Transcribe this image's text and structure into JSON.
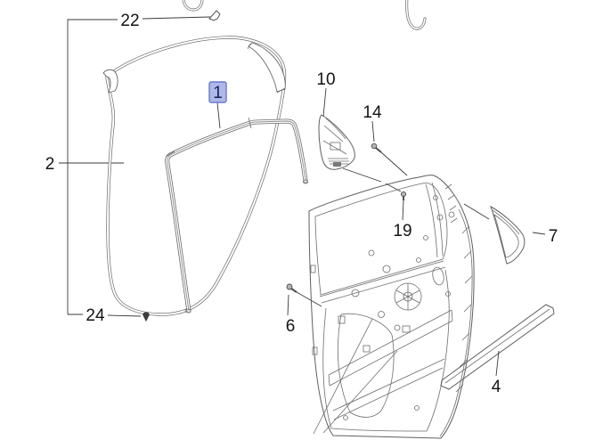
{
  "diagram": {
    "type": "vehicle-parts-line-diagram",
    "subject": "rear-door-weatherstrips-and-moldings",
    "selected_callout": "1",
    "callouts": {
      "c22": {
        "label": "22",
        "selected": false,
        "points_to": "clip-icon"
      },
      "c2": {
        "label": "2",
        "selected": false,
        "points_to": "door-opening-weatherstrip-loop"
      },
      "c24": {
        "label": "24",
        "selected": false,
        "points_to": "screw-icon"
      },
      "c1": {
        "label": "1",
        "selected": true,
        "points_to": "glass-run-channel"
      },
      "c10": {
        "label": "10",
        "selected": false,
        "points_to": "corner-cover-bracket"
      },
      "c14": {
        "label": "14",
        "selected": false,
        "points_to": "bolt-icon"
      },
      "c19": {
        "label": "19",
        "selected": false,
        "points_to": "bolt-icon"
      },
      "c6": {
        "label": "6",
        "selected": false,
        "points_to": "bolt-icon"
      },
      "c7": {
        "label": "7",
        "selected": false,
        "points_to": "quarter-glass-seal"
      },
      "c4": {
        "label": "4",
        "selected": false,
        "points_to": "belt-molding-strip"
      }
    },
    "colors": {
      "background": "#ffffff",
      "artwork_line": "#5f5f5f",
      "label_text": "#141414",
      "highlight_fill": "#aeb9e8",
      "highlight_border": "#6a78d0",
      "highlight_text": "#13205e"
    }
  }
}
